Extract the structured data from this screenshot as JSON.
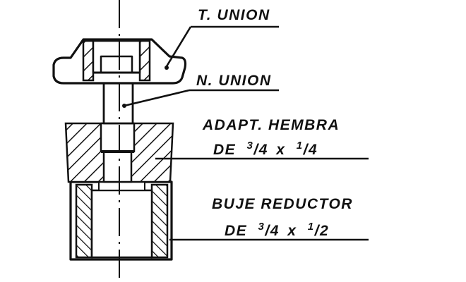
{
  "title": "T. UNION / N. UNION / ADAPT. HEMBRA / BUJE REDUCTOR assembly",
  "labels": {
    "t_union": "T. UNION",
    "n_union": "N. UNION",
    "adapt_hembra": "ADAPT. HEMBRA",
    "adapt_size": {
      "prefix": "DE",
      "num1": "3",
      "den1": "/4",
      "x": "x",
      "num2": "1",
      "den2": "/4"
    },
    "buje_reductor": "BUJE REDUCTOR",
    "buje_size": {
      "prefix": "DE",
      "num1": "3",
      "den1": "/4",
      "x": "x",
      "num2": "1",
      "den2": "/2"
    }
  }
}
